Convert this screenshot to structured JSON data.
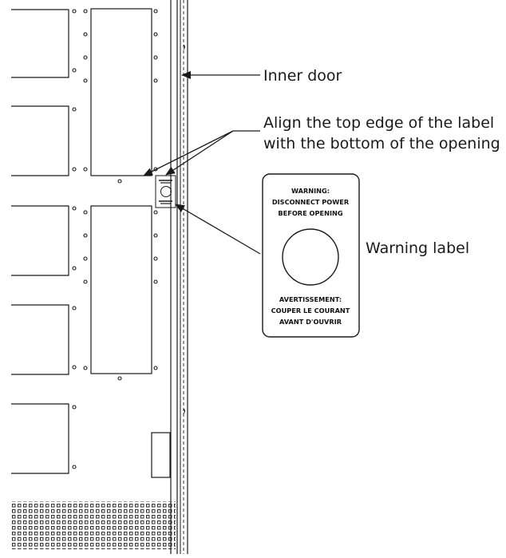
{
  "callouts": {
    "inner_door": "Inner door",
    "align_line1": "Align the top edge of the label",
    "align_line2": "with the bottom of the opening",
    "warning_label": "Warning label"
  },
  "label": {
    "en_line1": "WARNING:",
    "en_line2": "DISCONNECT POWER",
    "en_line3": "BEFORE OPENING",
    "fr_line1": "AVERTISSEMENT:",
    "fr_line2": "COUPER LE COURANT",
    "fr_line3": "AVANT D'OUVRIR"
  },
  "colors": {
    "ink": "#1a1a1a",
    "background": "#ffffff"
  }
}
